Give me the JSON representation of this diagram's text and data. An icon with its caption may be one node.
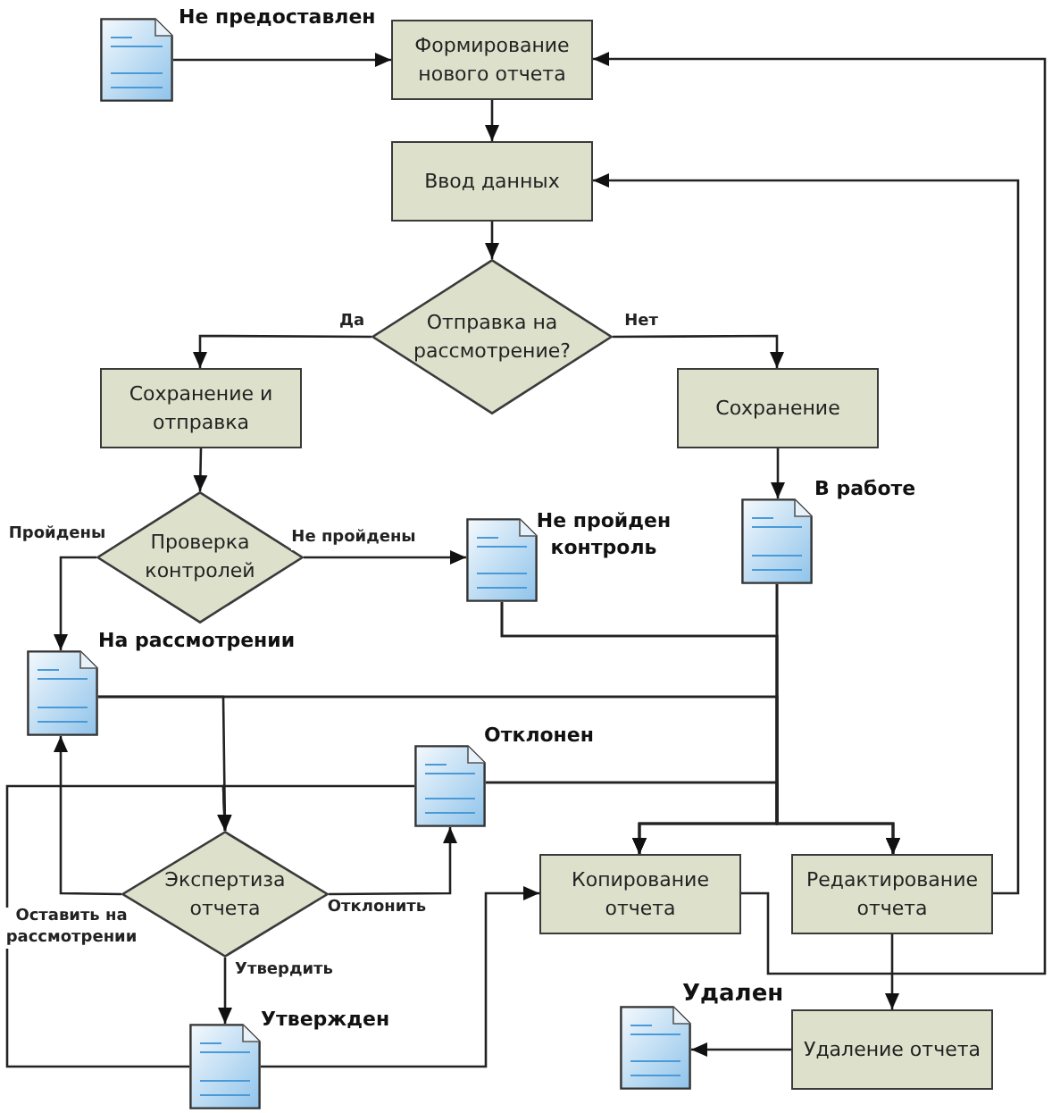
{
  "diagram": {
    "nodes": [
      {
        "text": [],
        "shape": "document",
        "beside": [
          "Не предоставлен"
        ]
      },
      {
        "text": [
          "Формирование нового отчета"
        ]
      },
      {
        "text": [
          "Ввод данных"
        ]
      },
      {
        "text": [
          "Отправка на рассмотрение?"
        ]
      },
      {
        "text": [
          "Сохранение и отправка"
        ]
      },
      {
        "text": [
          "Сохранение"
        ]
      },
      {
        "text": [
          "Проверка контролей"
        ]
      },
      {
        "text": [],
        "shape": "document",
        "beside": [
          "Не пройден контроль"
        ]
      },
      {
        "text": [],
        "shape": "document",
        "beside": [
          "В работе"
        ]
      },
      {
        "text": [],
        "shape": "document",
        "beside": [
          "На рассмотрении"
        ]
      },
      {
        "text": [],
        "shape": "document",
        "beside": [
          "Отклонен"
        ]
      },
      {
        "text": [
          "Экспертиза отчета"
        ]
      },
      {
        "text": [
          "Копирование отчета"
        ]
      },
      {
        "text": [
          "Редактирование отчета"
        ]
      },
      {
        "text": [],
        "shape": "document",
        "beside": [
          "Утвержден"
        ]
      },
      {
        "text": [],
        "shape": "document",
        "beside": [
          "Удален"
        ]
      },
      {
        "text": [
          "Удаление отчета"
        ]
      }
    ],
    "edges": [
      {
        "from": 0,
        "to": 1,
        "arrow": "to"
      },
      {
        "from": 1,
        "to": 2,
        "arrow": "to"
      },
      {
        "from": 2,
        "to": 3,
        "arrow": "to"
      },
      {
        "from": 3,
        "to": 4,
        "arrow": "to",
        "label": "Да"
      },
      {
        "from": 3,
        "to": 5,
        "arrow": "to",
        "label": "Нет"
      },
      {
        "from": 4,
        "to": 6,
        "arrow": "to"
      },
      {
        "from": 5,
        "to": 8,
        "arrow": "to"
      },
      {
        "from": 6,
        "to": 9,
        "arrow": "to",
        "label": "Пройдены"
      },
      {
        "from": 6,
        "to": 7,
        "arrow": "to",
        "label": "Не пройдены"
      },
      {
        "from": 7,
        "to": 12,
        "arrow": "to"
      },
      {
        "from": 7,
        "to": 13,
        "arrow": "to"
      },
      {
        "from": 8,
        "to": 12,
        "arrow": "to"
      },
      {
        "from": 8,
        "to": 13,
        "arrow": "to"
      },
      {
        "from": 9,
        "to": 12,
        "arrow": "to"
      },
      {
        "from": 9,
        "to": 13,
        "arrow": "to"
      },
      {
        "from": 9,
        "to": 11,
        "arrow": "to"
      },
      {
        "from": 10,
        "to": 12,
        "arrow": "to"
      },
      {
        "from": 10,
        "to": 13,
        "arrow": "to"
      },
      {
        "from": 10,
        "to": 11,
        "arrow": "to"
      },
      {
        "from": 14,
        "to": 11,
        "arrow": "to"
      },
      {
        "from": 14,
        "to": 12,
        "arrow": "to"
      },
      {
        "from": 11,
        "to": 9,
        "arrow": "to",
        "label": "Оставить на рассмотрении"
      },
      {
        "from": 11,
        "to": 10,
        "arrow": "to",
        "label": "Отклонить"
      },
      {
        "from": 11,
        "to": 14,
        "arrow": "to",
        "label": "Утвердить"
      },
      {
        "from": 12,
        "to": 1,
        "arrow": "to"
      },
      {
        "from": 13,
        "to": 2,
        "arrow": "to"
      },
      {
        "from": 13,
        "to": 16,
        "arrow": "to"
      },
      {
        "from": 16,
        "to": 15,
        "arrow": "to"
      }
    ]
  }
}
